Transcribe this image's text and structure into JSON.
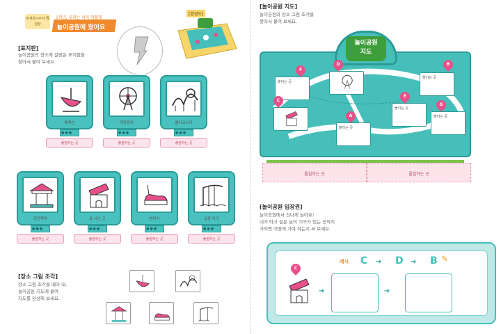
{
  "header": {
    "badge": "수서와→수서 특성상",
    "subtitle": "1학년, 우리는 사이 이끌게",
    "title": "놀이공원에 왔어요"
  },
  "thumb_label": "[완성도]",
  "signs_section": {
    "title": "[표지판]",
    "text_1": "놀이공원의 장소에 알맞은 표지판을",
    "text_2": "찾아서 붙여 보세요.",
    "glue": "풀칠하는 곳",
    "signs": [
      {
        "name": "해적선",
        "icon": "pirate-ship-icon"
      },
      {
        "name": "대관람차",
        "icon": "ferris-wheel-icon"
      },
      {
        "name": "롤러코스터",
        "icon": "roller-coaster-icon"
      },
      {
        "name": "회전목마",
        "icon": "carousel-icon"
      },
      {
        "name": "표 사는 곳",
        "icon": "ticket-booth-icon"
      },
      {
        "name": "범퍼카",
        "icon": "bumper-car-icon"
      },
      {
        "name": "급류 타기",
        "icon": "water-slide-icon"
      }
    ]
  },
  "pieces_section": {
    "title": "[장소 그림 조각]",
    "text_1": "장소 그림 조각을 떼어 내,",
    "text_2": "놀이공원 지도에 붙여",
    "text_3": "지도를 완성해 보세요."
  },
  "map_section": {
    "title": "[놀이공원 지도]",
    "text_1": "놀이공원의 장소 그림 조각을",
    "text_2": "찾아서 붙여 보세요.",
    "map_title_1": "놀이공원",
    "map_title_2": "지도",
    "slot_label": "붙이는 곳",
    "glue": "풀칠하는 곳",
    "pins": [
      "A",
      "B",
      "C",
      "D",
      "E",
      "F",
      "G"
    ]
  },
  "ticket_section": {
    "title": "[놀이공원 입장권]",
    "text_1": "놀이공원에서 신나게 놀아요!",
    "text_2": "내가 타고 싶은 놀이 기구가 있는 곳까지",
    "text_3": "가려면 어떻게 가야 하는지 써 보세요.",
    "example": "예시",
    "sequence": [
      "C",
      "D",
      "B"
    ],
    "start_pin": "C"
  },
  "colors": {
    "teal": "#46bfba",
    "pink": "#e8508a",
    "orange": "#f08a2c"
  }
}
